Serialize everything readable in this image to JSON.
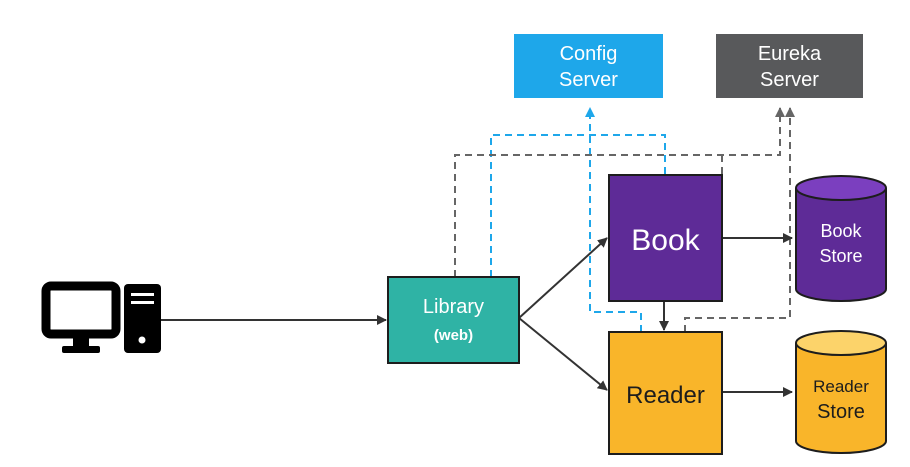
{
  "diagram": {
    "nodes": {
      "client": {
        "icon": "desktop-computer-icon"
      },
      "config_server": {
        "lines": [
          "Config",
          "Server"
        ],
        "fill": "#1ea7ea"
      },
      "eureka_server": {
        "lines": [
          "Eureka",
          "Server"
        ],
        "fill": "#58595b"
      },
      "library": {
        "lines": [
          "Library",
          "(web)"
        ],
        "fill": "#2fb3a5"
      },
      "book": {
        "label": "Book",
        "fill": "#5e2b97"
      },
      "reader": {
        "label": "Reader",
        "fill": "#f9b52a"
      },
      "book_store": {
        "lines": [
          "Book",
          "Store"
        ],
        "fill": "#5e2b97"
      },
      "reader_store": {
        "lines": [
          "Reader",
          "Store"
        ],
        "fill": "#f9b52a"
      }
    },
    "edges": [
      {
        "from": "client",
        "to": "library",
        "style": "solid"
      },
      {
        "from": "library",
        "to": "book",
        "style": "solid"
      },
      {
        "from": "library",
        "to": "reader",
        "style": "solid"
      },
      {
        "from": "book",
        "to": "reader",
        "style": "solid"
      },
      {
        "from": "book",
        "to": "book_store",
        "style": "solid"
      },
      {
        "from": "reader",
        "to": "reader_store",
        "style": "solid"
      },
      {
        "from": "library",
        "to": "config_server",
        "style": "dashed",
        "color": "#1ea7ea"
      },
      {
        "from": "reader",
        "to": "config_server",
        "style": "dashed",
        "color": "#1ea7ea"
      },
      {
        "from": "book",
        "to": "config_server",
        "style": "dashed",
        "color": "#1ea7ea"
      },
      {
        "from": "library",
        "to": "eureka_server",
        "style": "dashed",
        "color": "#666666"
      },
      {
        "from": "reader",
        "to": "eureka_server",
        "style": "dashed",
        "color": "#666666"
      },
      {
        "from": "book",
        "to": "eureka_server",
        "style": "dashed",
        "color": "#666666"
      }
    ]
  }
}
